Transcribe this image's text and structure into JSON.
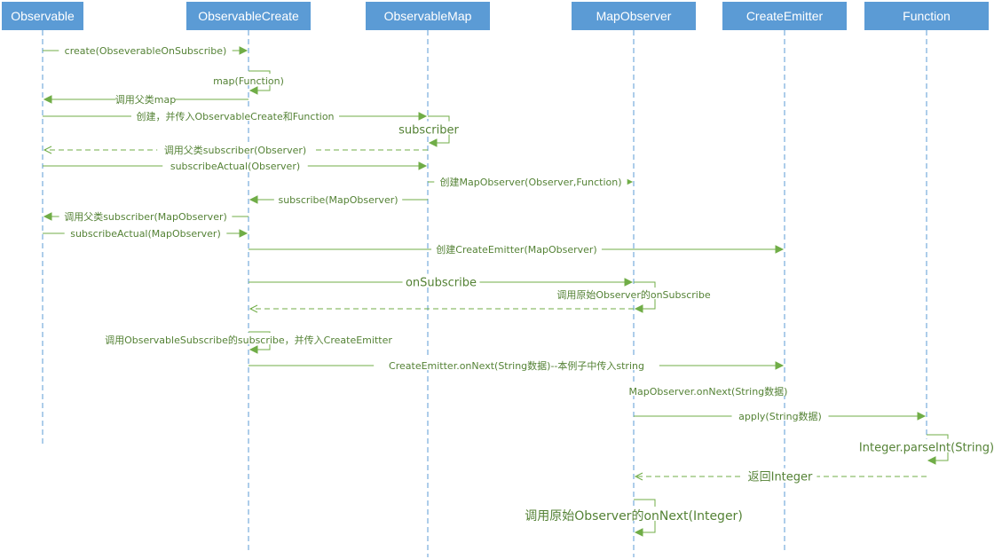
{
  "actors": [
    {
      "name": "Observable"
    },
    {
      "name": "ObservableCreate"
    },
    {
      "name": "ObservableMap"
    },
    {
      "name": "MapObserver"
    },
    {
      "name": "CreateEmitter"
    },
    {
      "name": "Function"
    }
  ],
  "messages": [
    {
      "label": "create(ObseverableOnSubscribe)",
      "from": "Observable",
      "to": "ObservableCreate",
      "kind": "sync"
    },
    {
      "label": "map(Function)",
      "from": "ObservableCreate",
      "to": "ObservableCreate",
      "kind": "self"
    },
    {
      "label": "调用父类map",
      "from": "ObservableCreate",
      "to": "Observable",
      "kind": "sync"
    },
    {
      "label": "创建，并传入ObservableCreate和Function",
      "from": "Observable",
      "to": "ObservableMap",
      "kind": "sync"
    },
    {
      "label": "subscriber",
      "from": "ObservableMap",
      "to": "ObservableMap",
      "kind": "self"
    },
    {
      "label": "调用父类subscriber(Observer)",
      "from": "ObservableMap",
      "to": "Observable",
      "kind": "return"
    },
    {
      "label": "subscribeActual(Observer)",
      "from": "Observable",
      "to": "ObservableMap",
      "kind": "sync"
    },
    {
      "label": "创建MapObserver(Observer,Function)",
      "from": "ObservableMap",
      "to": "MapObserver",
      "kind": "sync"
    },
    {
      "label": "subscribe(MapObserver)",
      "from": "ObservableMap",
      "to": "ObservableCreate",
      "kind": "sync"
    },
    {
      "label": "调用父类subscriber(MapObserver)",
      "from": "ObservableCreate",
      "to": "Observable",
      "kind": "sync"
    },
    {
      "label": "subscribeActual(MapObserver)",
      "from": "Observable",
      "to": "ObservableCreate",
      "kind": "sync"
    },
    {
      "label": "创建CreateEmitter(MapObserver)",
      "from": "ObservableCreate",
      "to": "CreateEmitter",
      "kind": "sync"
    },
    {
      "label": "onSubscribe",
      "from": "ObservableCreate",
      "to": "MapObserver",
      "kind": "sync"
    },
    {
      "label": "调用原始Observer的onSubscribe",
      "from": "MapObserver",
      "to": "MapObserver",
      "kind": "self"
    },
    {
      "label": "",
      "from": "MapObserver",
      "to": "ObservableCreate",
      "kind": "return"
    },
    {
      "label": "调用ObservableSubscribe的subscribe，并传入CreateEmitter",
      "from": "ObservableCreate",
      "to": "ObservableCreate",
      "kind": "self"
    },
    {
      "label": "CreateEmitter.onNext(String数据)--本例子中传入string",
      "from": "ObservableCreate",
      "to": "CreateEmitter",
      "kind": "sync"
    },
    {
      "label": "MapObserver.onNext(String数据)",
      "from": "CreateEmitter",
      "to": "MapObserver",
      "kind": "note"
    },
    {
      "label": "apply(String数据)",
      "from": "MapObserver",
      "to": "Function",
      "kind": "sync"
    },
    {
      "label": "Integer.parseInt(String)",
      "from": "Function",
      "to": "Function",
      "kind": "self"
    },
    {
      "label": "返回Integer",
      "from": "Function",
      "to": "MapObserver",
      "kind": "return"
    },
    {
      "label": "调用原始Observer的onNext(Integer)",
      "from": "MapObserver",
      "to": "MapObserver",
      "kind": "self"
    }
  ],
  "colors": {
    "actor_fill": "#5b9bd5",
    "actor_text": "#ffffff",
    "lifeline": "#5b9bd5",
    "message": "#70ad47",
    "message_text": "#548235"
  }
}
